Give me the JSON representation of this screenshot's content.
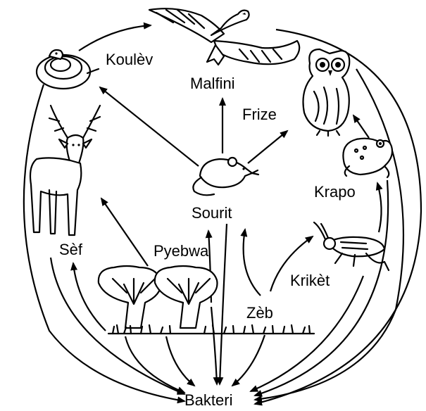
{
  "organisms": {
    "koulev": "Koulèv",
    "malfini": "Malfini",
    "frize": "Frize",
    "sourit": "Sourit",
    "sef": "Sèf",
    "pyebwa": "Pyebwa",
    "krapo": "Krapo",
    "kriket": "Krikèt",
    "zeb": "Zèb",
    "bakteri": "Bakteri"
  },
  "edges": [
    {
      "from": "koulev",
      "to": "malfini"
    },
    {
      "from": "sourit",
      "to": "koulev"
    },
    {
      "from": "sourit",
      "to": "malfini"
    },
    {
      "from": "sourit",
      "to": "frize"
    },
    {
      "from": "krapo",
      "to": "frize"
    },
    {
      "from": "kriket",
      "to": "krapo"
    },
    {
      "from": "zeb",
      "to": "kriket"
    },
    {
      "from": "zeb",
      "to": "sourit"
    },
    {
      "from": "pyebwa",
      "to": "sef"
    },
    {
      "from": "pyebwa",
      "to": "sourit"
    },
    {
      "from": "koulev",
      "to": "bakteri"
    },
    {
      "from": "sef",
      "to": "bakteri"
    },
    {
      "from": "pyebwa",
      "to": "bakteri"
    },
    {
      "from": "sourit",
      "to": "bakteri"
    },
    {
      "from": "zeb",
      "to": "bakteri"
    },
    {
      "from": "malfini",
      "to": "bakteri"
    },
    {
      "from": "frize",
      "to": "bakteri"
    },
    {
      "from": "krapo",
      "to": "bakteri"
    },
    {
      "from": "kriket",
      "to": "bakteri"
    }
  ]
}
